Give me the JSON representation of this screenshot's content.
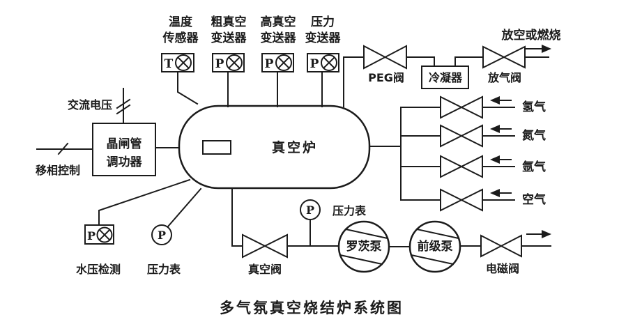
{
  "title": "多气氛真空烧结炉系统图",
  "colors": {
    "line": "#1b1b1b",
    "paper": "#ffffff"
  },
  "furnace": {
    "label": "真空炉"
  },
  "power": {
    "ac_voltage_label": "交流电压",
    "phase_control_label": "移相控制",
    "regulator_line1": "晶闸管",
    "regulator_line2": "调功器"
  },
  "transmitters": [
    {
      "letter": "T",
      "name_line1": "温度",
      "name_line2": "传感器"
    },
    {
      "letter": "P",
      "name_line1": "粗真空",
      "name_line2": "变送器"
    },
    {
      "letter": "P",
      "name_line1": "高真空",
      "name_line2": "变送器"
    },
    {
      "letter": "P",
      "name_line1": "压力",
      "name_line2": "变送器"
    }
  ],
  "exhaust": {
    "peg_valve_label": "PEG阀",
    "condenser_label": "冷凝器",
    "vent_valve_label": "放气阀",
    "outlet_label": "放空或燃烧"
  },
  "gas_inlets": [
    {
      "label": "氢气"
    },
    {
      "label": "氮气"
    },
    {
      "label": "氩气"
    },
    {
      "label": "空气"
    }
  ],
  "instruments": {
    "water_pressure_letter": "P",
    "water_pressure_label": "水压检测",
    "gauge1_letter": "P",
    "gauge1_label": "压力表",
    "gauge2_letter": "P",
    "gauge2_label": "压力表"
  },
  "vacuum_line": {
    "vacuum_valve_label": "真空阀",
    "roots_pump_label": "罗茨泵",
    "backing_pump_label": "前级泵",
    "solenoid_valve_label": "电磁阀"
  }
}
